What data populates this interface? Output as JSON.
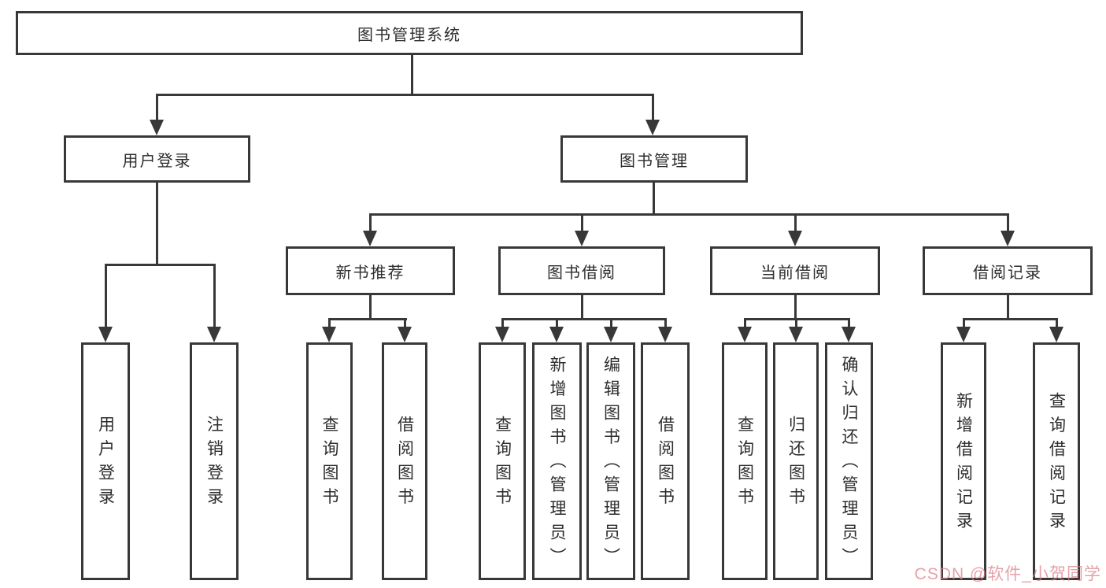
{
  "colors": {
    "background": "#ffffff",
    "box_border": "#383838",
    "line": "#383838",
    "text": "#2d2d2d",
    "watermark": "#de828c"
  },
  "watermark": {
    "text": "CSDN @软件_小贺同学"
  },
  "tree": {
    "root": {
      "label": "图书管理系统",
      "children": [
        {
          "label": "用户登录",
          "children": [
            {
              "label": "用户登录"
            },
            {
              "label": "注销登录"
            }
          ]
        },
        {
          "label": "图书管理",
          "children": [
            {
              "label": "新书推荐",
              "children": [
                {
                  "label": "查询图书"
                },
                {
                  "label": "借阅图书"
                }
              ]
            },
            {
              "label": "图书借阅",
              "children": [
                {
                  "label": "查询图书"
                },
                {
                  "label": "新增图书（管理员）"
                },
                {
                  "label": "编辑图书（管理员）"
                },
                {
                  "label": "借阅图书"
                }
              ]
            },
            {
              "label": "当前借阅",
              "children": [
                {
                  "label": "查询图书"
                },
                {
                  "label": "归还图书"
                },
                {
                  "label": "确认归还（管理员）"
                }
              ]
            },
            {
              "label": "借阅记录",
              "children": [
                {
                  "label": "新增借阅记录"
                },
                {
                  "label": "查询借阅记录"
                }
              ]
            }
          ]
        }
      ]
    }
  }
}
